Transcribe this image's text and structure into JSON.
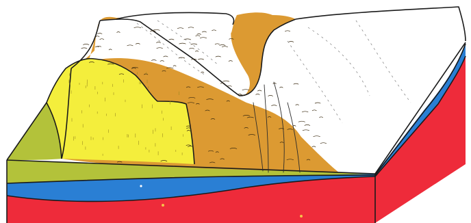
{
  "figure": {
    "kind": "geological block diagram",
    "labels_printed": []
  },
  "colors": {
    "background": "#ffffff",
    "red_layer": "#ee2b3a",
    "blue_layer": "#2a7fd4",
    "olive_layer": "#b3c23a",
    "yellow_layer": "#f4ee3c",
    "orange_layer": "#dc9a32",
    "white_surface": "#ffffff",
    "outline": "#1a1a1a"
  },
  "layers": [
    {
      "name": "red-bedrock",
      "color_key": "red_layer"
    },
    {
      "name": "blue-stratum",
      "color_key": "blue_layer"
    },
    {
      "name": "olive-stratum",
      "color_key": "olive_layer"
    },
    {
      "name": "yellow-deposit",
      "color_key": "yellow_layer"
    },
    {
      "name": "orange-deposit",
      "color_key": "orange_layer"
    },
    {
      "name": "white-ice-surface",
      "color_key": "white_surface"
    }
  ]
}
